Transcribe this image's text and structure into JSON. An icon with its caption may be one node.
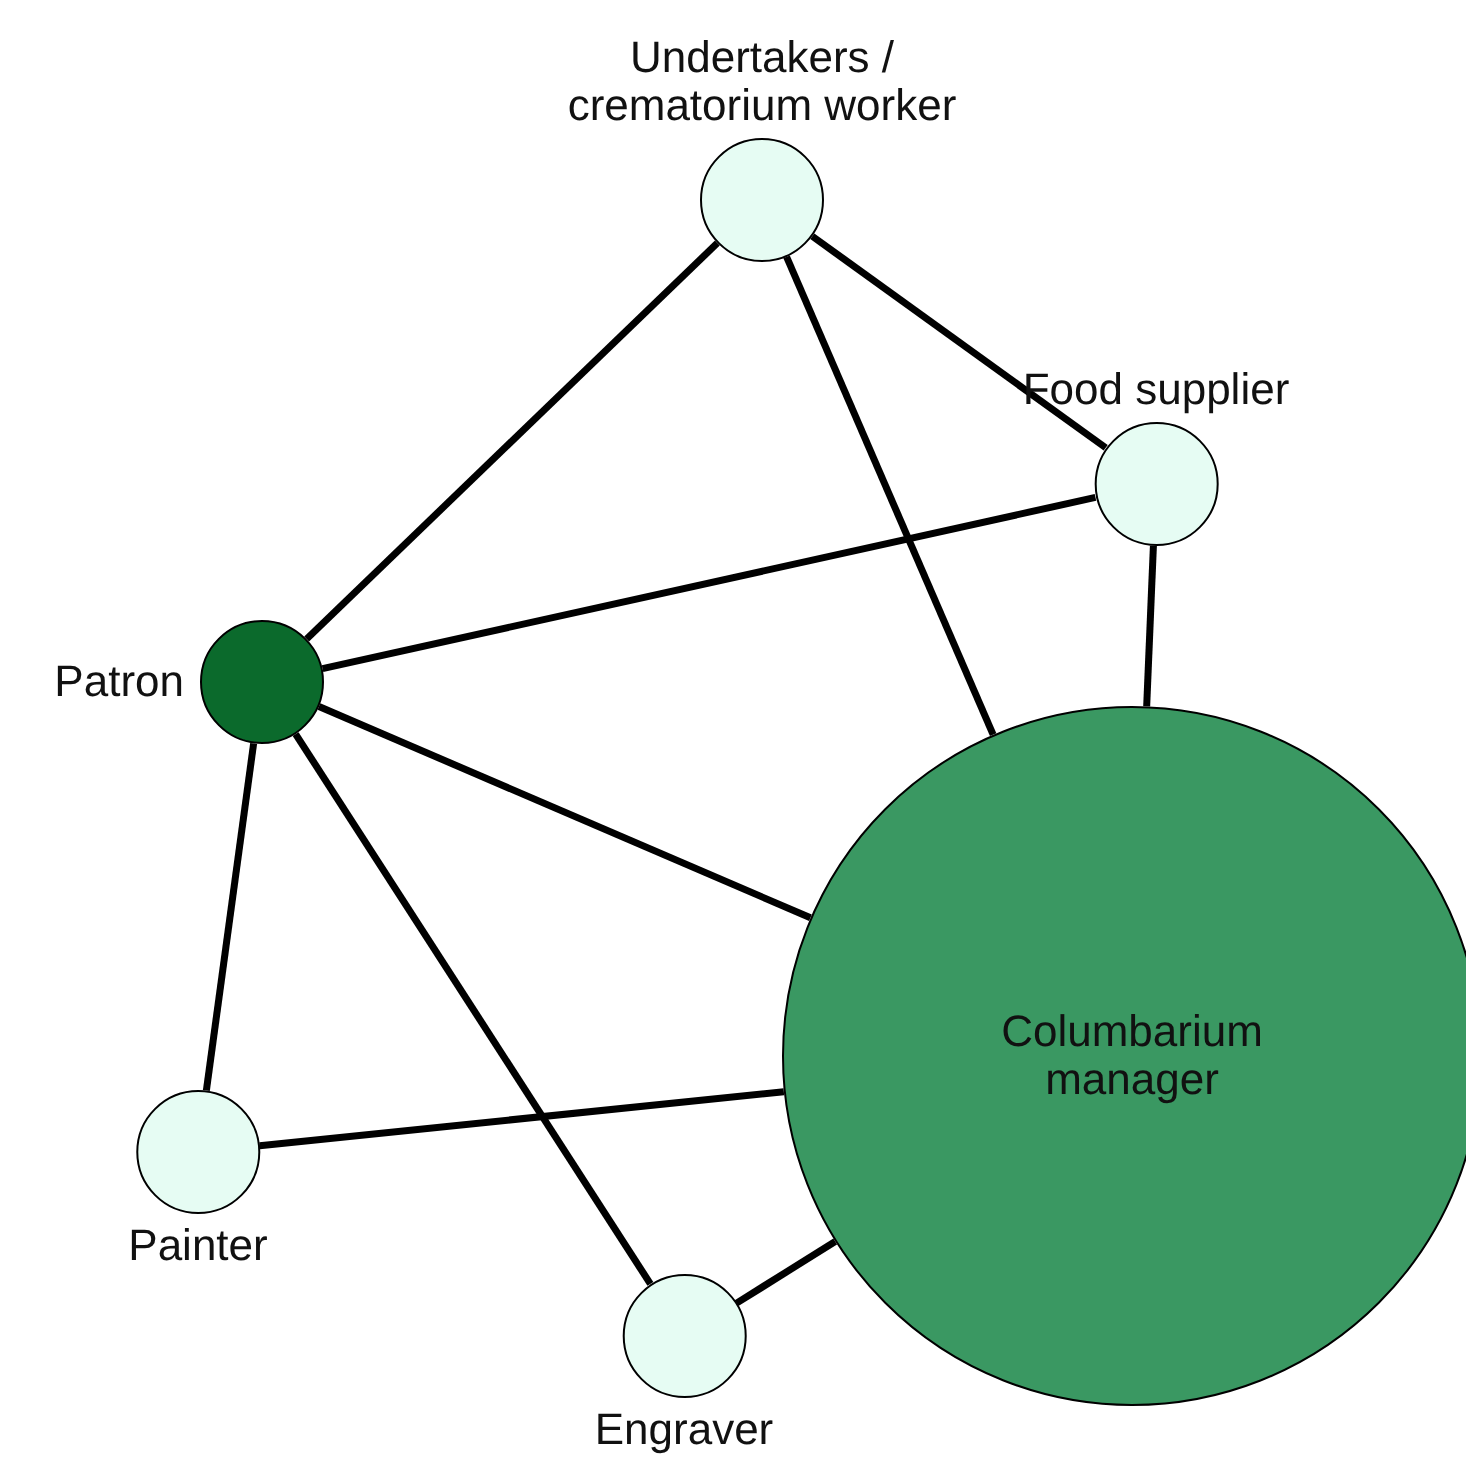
{
  "diagram": {
    "nodes": [
      {
        "text": [
          "Undertakers / crematorium worker"
        ]
      },
      {
        "text": [
          "Food supplier"
        ]
      },
      {
        "text": [
          "Patron"
        ]
      },
      {
        "text": [
          "Columbarium manager"
        ]
      },
      {
        "text": [
          "Painter"
        ]
      },
      {
        "text": [
          "Engraver"
        ]
      }
    ],
    "edges": [
      {
        "from": 0,
        "to": 2,
        "arrow": "none"
      },
      {
        "from": 0,
        "to": 1,
        "arrow": "none"
      },
      {
        "from": 0,
        "to": 3,
        "arrow": "none"
      },
      {
        "from": 1,
        "to": 2,
        "arrow": "none"
      },
      {
        "from": 1,
        "to": 3,
        "arrow": "none"
      },
      {
        "from": 2,
        "to": 3,
        "arrow": "none"
      },
      {
        "from": 2,
        "to": 4,
        "arrow": "none"
      },
      {
        "from": 2,
        "to": 5,
        "arrow": "none"
      },
      {
        "from": 4,
        "to": 3,
        "arrow": "none"
      },
      {
        "from": 5,
        "to": 3,
        "arrow": "none"
      }
    ]
  }
}
